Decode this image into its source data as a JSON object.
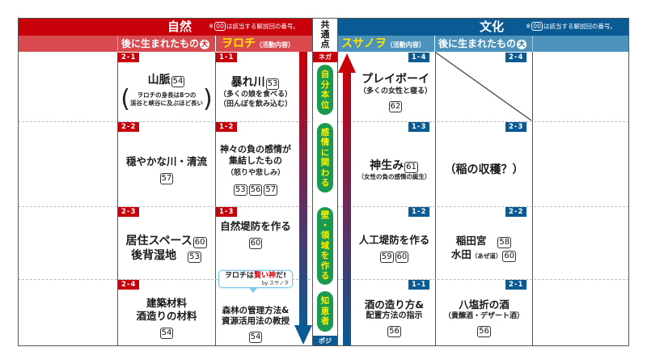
{
  "header": {
    "nature": {
      "title": "自然",
      "note_prefix": "※",
      "note_box": "00",
      "note_text": "は該当する解説回の番号。"
    },
    "culture": {
      "title": "文化",
      "note_prefix": "※",
      "note_box": "00",
      "note_text": "は該当する解説回の番号。"
    },
    "common": {
      "title_chars": [
        "共",
        "通",
        "点"
      ]
    },
    "left_later": {
      "label": "後に生まれたもの",
      "badge": "大"
    },
    "yamata": {
      "label": "ヲロチ",
      "sub": "（活動内容）"
    },
    "susano": {
      "label": "スサノヲ",
      "sub": "（活動内容）"
    },
    "right_later": {
      "label": "後に生まれたもの",
      "badge": "大"
    }
  },
  "common_column": {
    "top_label": "ネガ",
    "bottom_label": "ポジ",
    "pills": [
      {
        "chars": [
          "自",
          "分",
          "本",
          "位"
        ]
      },
      {
        "chars": [
          "感",
          "情",
          "に",
          "関",
          "わ",
          "る"
        ]
      },
      {
        "chars": [
          "壁",
          "・",
          "領",
          "域",
          "を",
          "作",
          "る"
        ]
      },
      {
        "chars": [
          "知",
          "恵",
          "者"
        ]
      }
    ],
    "colors": {
      "nega": "#c8000a",
      "posi": "#0a5a94",
      "pill": "#1a9a50",
      "pill_text": "#ffef00"
    }
  },
  "rows": [
    {
      "left_later": {
        "tag": "2-1",
        "main": "山脈",
        "nums": [
          "54"
        ],
        "note_lines": [
          "ヲロチの身長は8つの",
          "渓谷と峡谷に及ぶほど長い"
        ]
      },
      "yamata": {
        "tag": "1-1",
        "main": "暴れ川",
        "nums": [
          "53"
        ],
        "sub_lines": [
          "（多くの娘を食べる）",
          "（田んぼを飲み込む）"
        ]
      },
      "susano": {
        "tag": "1-4",
        "main": "プレイボーイ",
        "sub_lines": [
          "（多くの女性と寝る）"
        ],
        "nums": [
          "62"
        ]
      },
      "right_later": {
        "tag": "2-4",
        "empty": true
      }
    },
    {
      "left_later": {
        "tag": "2-2",
        "main": "穏やかな川・清流",
        "nums": [
          "57"
        ]
      },
      "yamata": {
        "tag": "1-2",
        "main_lines": [
          "神々の負の感情が",
          "集結したもの"
        ],
        "sub_lines": [
          "（怒りや悲しみ）"
        ],
        "nums": [
          "53",
          "56",
          "57"
        ]
      },
      "susano": {
        "tag": "1-3",
        "main": "神生み",
        "nums": [
          "61"
        ],
        "sub_lines": [
          "（女性の負の感情の誕生）"
        ]
      },
      "right_later": {
        "tag": "2-3",
        "main": "（稲の収穫？）"
      }
    },
    {
      "left_later": {
        "tag": "2-3",
        "items": [
          {
            "text": "居住スペース",
            "num": "60"
          },
          {
            "text": "後背湿地",
            "num": "53"
          }
        ]
      },
      "yamata": {
        "tag": "1-3",
        "main": "自然堤防を作る",
        "nums": [
          "60"
        ]
      },
      "susano": {
        "tag": "1-2",
        "main": "人工堤防を作る",
        "nums": [
          "59",
          "60"
        ]
      },
      "right_later": {
        "tag": "2-2",
        "items": [
          {
            "text": "稲田宮",
            "num": "58"
          },
          {
            "text": "水田",
            "small": "（あぜ道）",
            "num": "60"
          }
        ]
      }
    },
    {
      "left_later": {
        "tag": "2-4",
        "main_lines": [
          "建築材料",
          "酒造りの材料"
        ],
        "nums": [
          "54"
        ]
      },
      "yamata": {
        "bubble": {
          "pre": "ヲロチは",
          "red": "賢い神",
          "post": "だ!",
          "by": "by スサノヲ"
        },
        "main_lines": [
          "森林の管理方法&",
          "資源活用法の教授"
        ],
        "nums": [
          "54"
        ]
      },
      "susano": {
        "tag": "1-1",
        "main_lines": [
          "酒の造り方&",
          "配置方法の指示"
        ],
        "nums": [
          "56"
        ]
      },
      "right_later": {
        "tag": "2-1",
        "main": "八塩折の酒",
        "sub_lines": [
          "（貴醸酒・デザート酒）"
        ],
        "nums": [
          "56"
        ]
      }
    }
  ],
  "colors": {
    "nature_dark": "#c8000a",
    "nature_light": "#d84a4e",
    "culture_dark": "#0a5a94",
    "culture_light": "#4b93bc",
    "highlight_yellow": "#ffe400"
  }
}
